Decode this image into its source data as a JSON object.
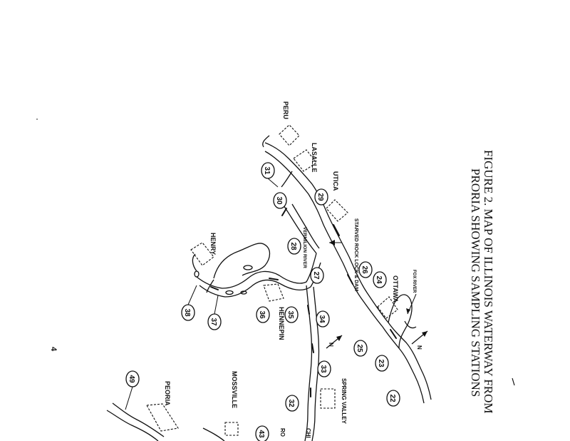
{
  "figure": {
    "title_line1": "FIGURE 2. MAP OF ILLINOIS WATERWAY FROM",
    "title_line2": "PRORIA SHOWING SAMPLING STATIONS"
  },
  "page_number": "4",
  "cities": [
    "PERU",
    "LASALLE",
    "UTICA",
    "OTTAWA",
    "HENRY",
    "HENNEPIN",
    "SPRING VALLEY",
    "MOSSVILLE",
    "PEORIA",
    "CHI",
    "RO"
  ],
  "rivers": [
    "FOX RIVER",
    "VERMILION RIVER"
  ],
  "landmarks": [
    "STARVED ROCK LOCK & DAM"
  ],
  "north_label": "N",
  "stations": [
    "22",
    "23",
    "24",
    "25",
    "26",
    "27",
    "28",
    "29",
    "30",
    "31",
    "32",
    "33",
    "34",
    "35",
    "36",
    "37",
    "38",
    "43",
    "49"
  ]
}
